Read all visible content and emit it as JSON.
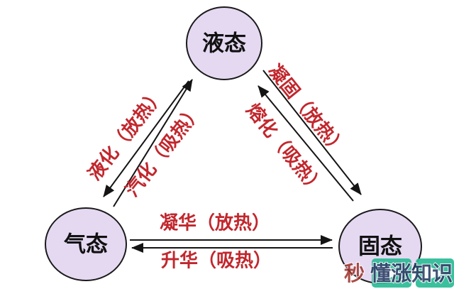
{
  "nodes": {
    "liquid": {
      "label": "液态"
    },
    "gas": {
      "label": "气态"
    },
    "solid": {
      "label": "固态"
    }
  },
  "transitions": {
    "liquefaction": {
      "label": "液化（放热）",
      "from": "liquid",
      "to": "gas"
    },
    "vaporization": {
      "label": "汽化（吸热）",
      "from": "gas",
      "to": "liquid"
    },
    "solidification": {
      "label": "凝固（放热）",
      "from": "liquid",
      "to": "solid"
    },
    "melting": {
      "label": "熔化（吸热）",
      "from": "solid",
      "to": "liquid"
    },
    "deposition": {
      "label": "凝华（放热）",
      "from": "gas",
      "to": "solid"
    },
    "sublimation": {
      "label": "升华（吸热）",
      "from": "solid",
      "to": "gas"
    }
  },
  "watermark": {
    "prefix": "秒",
    "rest": "懂涨知识"
  },
  "colors": {
    "node_fill": "#e5d9f2",
    "node_stroke": "#1a1a1a",
    "node_text": "#111111",
    "edge_label_red": "#c1272d",
    "arrow_black": "#141414",
    "watermark_green": "#2bbb95",
    "watermark_text_dark": "#22365f",
    "watermark_text_red": "#9c2f28"
  }
}
